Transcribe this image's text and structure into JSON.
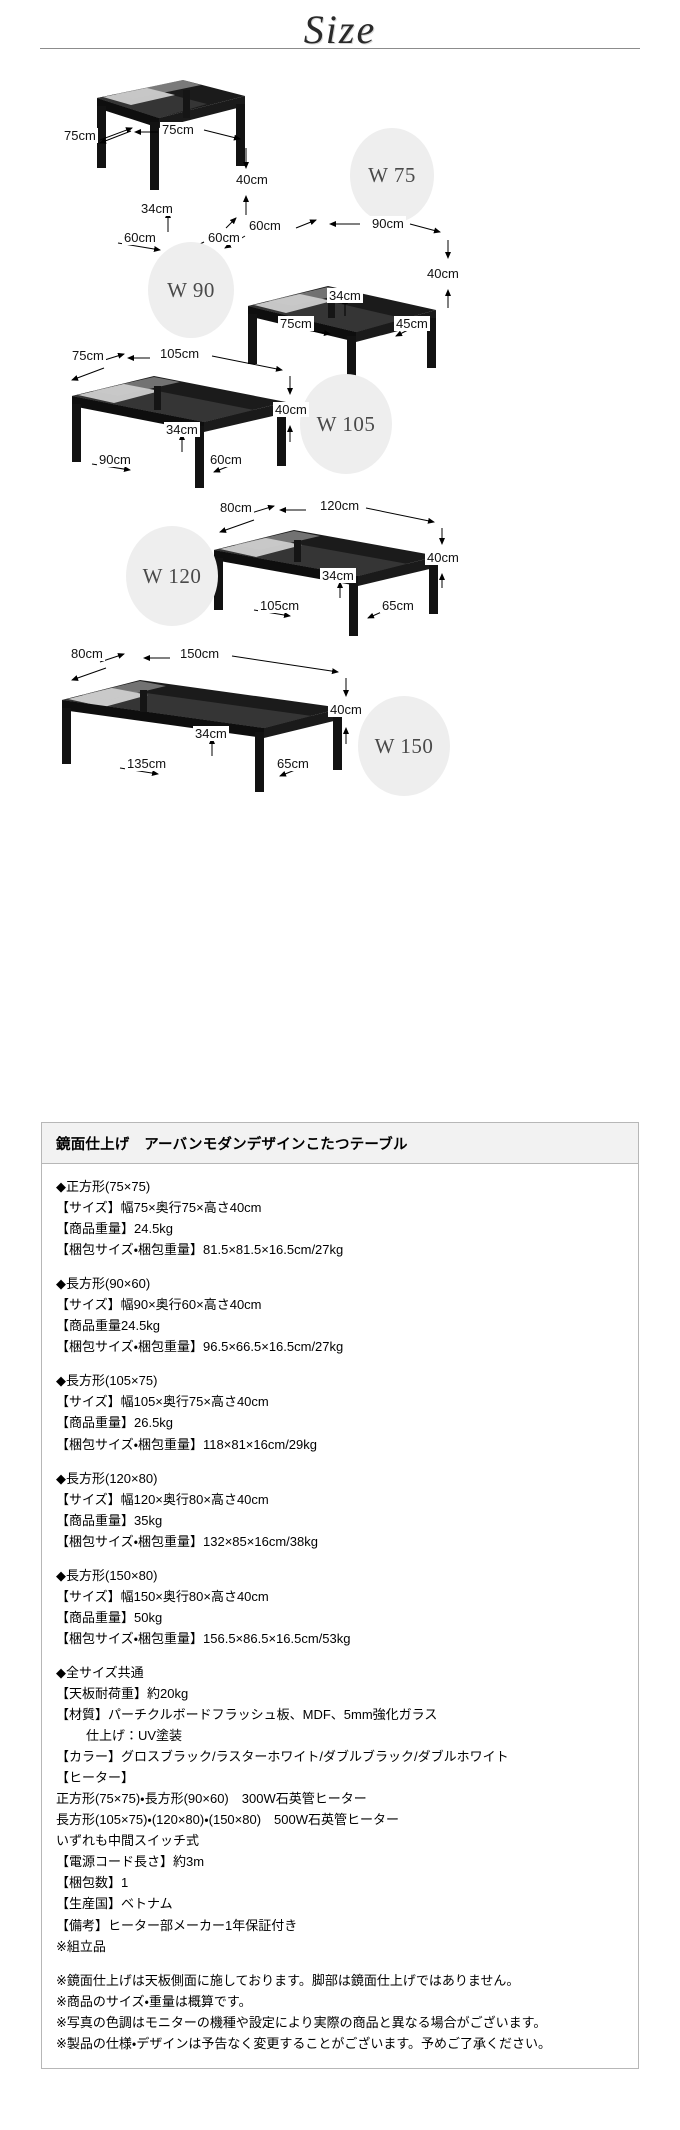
{
  "header": {
    "title": "Size"
  },
  "diagrams": [
    {
      "id": "w75",
      "badge": "W 75",
      "dims": {
        "depth_top": "75cm",
        "width_top": "75cm",
        "height_total": "40cm",
        "height_inner": "34cm",
        "inner_width": "60cm",
        "inner_depth": "60cm"
      }
    },
    {
      "id": "w90",
      "badge": "W 90",
      "dims": {
        "depth_top": "60cm",
        "width_top": "90cm",
        "height_total": "40cm",
        "height_inner": "34cm",
        "inner_width": "75cm",
        "inner_depth": "45cm"
      }
    },
    {
      "id": "w105",
      "badge": "W 105",
      "dims": {
        "depth_top": "75cm",
        "width_top": "105cm",
        "height_total": "40cm",
        "height_inner": "34cm",
        "inner_width": "90cm",
        "inner_depth": "60cm"
      }
    },
    {
      "id": "w120",
      "badge": "W 120",
      "dims": {
        "depth_top": "80cm",
        "width_top": "120cm",
        "height_total": "40cm",
        "height_inner": "34cm",
        "inner_width": "105cm",
        "inner_depth": "65cm"
      }
    },
    {
      "id": "w150",
      "badge": "W 150",
      "dims": {
        "depth_top": "80cm",
        "width_top": "150cm",
        "height_total": "40cm",
        "height_inner": "34cm",
        "inner_width": "135cm",
        "inner_depth": "65cm"
      }
    }
  ],
  "spec": {
    "title": "鏡面仕上げ　アーバンモダンデザインこたつテーブル",
    "groups": [
      {
        "heading": "◆正方形(75×75)",
        "lines": [
          "【サイズ】幅75×奥行75×高さ40cm",
          "【商品重量】24.5kg",
          "【梱包サイズ・梱包重量】81.5×81.5×16.5cm/27kg"
        ]
      },
      {
        "heading": "◆長方形(90×60)",
        "lines": [
          "【サイズ】幅90×奥行60×高さ40cm",
          "【商品重量24.5kg",
          "【梱包サイズ・梱包重量】96.5×66.5×16.5cm/27kg"
        ]
      },
      {
        "heading": "◆長方形(105×75)",
        "lines": [
          "【サイズ】幅105×奥行75×高さ40cm",
          "【商品重量】26.5kg",
          "【梱包サイズ・梱包重量】118×81×16cm/29kg"
        ]
      },
      {
        "heading": "◆長方形(120×80)",
        "lines": [
          "【サイズ】幅120×奥行80×高さ40cm",
          "【商品重量】35kg",
          "【梱包サイズ・梱包重量】132×85×16cm/38kg"
        ]
      },
      {
        "heading": "◆長方形(150×80)",
        "lines": [
          "【サイズ】幅150×奥行80×高さ40cm",
          "【商品重量】50kg",
          "【梱包サイズ・梱包重量】156.5×86.5×16.5cm/53kg"
        ]
      },
      {
        "heading": "◆全サイズ共通",
        "lines": [
          "【天板耐荷重】約20kg",
          "【材質】パーチクルボードフラッシュ板、MDF、5mm強化ガラス",
          "仕上げ：UV塗装",
          "【カラー】グロスブラック/ラスターホワイト/ダブルブラック/ダブルホワイト",
          "【ヒーター】",
          "正方形(75×75)・長方形(90×60)　300W石英管ヒーター",
          "長方形(105×75)・(120×80)・(150×80)　500W石英管ヒーター",
          "いずれも中間スイッチ式",
          "【電源コード長さ】約3m",
          "【梱包数】1",
          "【生産国】ベトナム",
          "【備考】ヒーター部メーカー1年保証付き",
          "※組立品"
        ],
        "indent_lines": [
          2
        ]
      }
    ],
    "notes": [
      "※鏡面仕上げは天板側面に施しております。脚部は鏡面仕上げではありません。",
      "※商品のサイズ・重量は概算です。",
      "※写真の色調はモニターの機種や設定により実際の商品と異なる場合がございます。",
      "※製品の仕様・デザインは予告なく変更することがございます。予めご了承ください。"
    ]
  },
  "colors": {
    "table_black": "#141414",
    "glass_light": "#cfcfcf",
    "badge_bg": "#eeeeee",
    "rule": "#8c8c8c",
    "border": "#b7b7b7"
  }
}
